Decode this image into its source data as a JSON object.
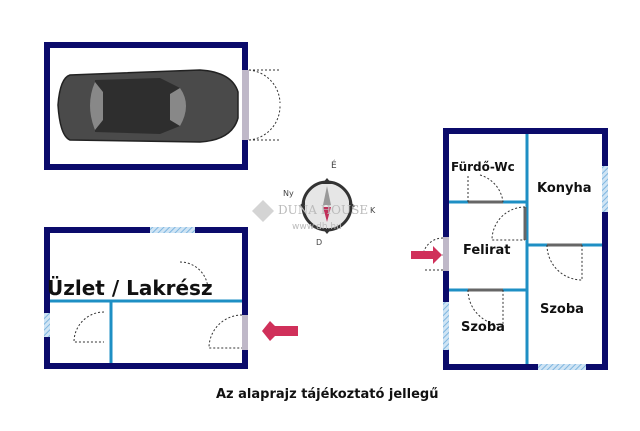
{
  "rooms": {
    "shop": "Üzlet / Lakrész",
    "bath": "Fürdő-Wc",
    "kitchen": "Konyha",
    "hall": "Felirat",
    "room_small": "Szoba",
    "room_large": "Szoba"
  },
  "compass": {
    "n": "É",
    "w": "Ny",
    "e": "K",
    "s": "D"
  },
  "watermark": {
    "brand": "DUNA HOUSE",
    "url": "www.dh.hu"
  },
  "caption": "Az alaprajz tájékoztató jellegű",
  "colors": {
    "wall": "#0b0b6b",
    "inner_wall": "#1e8fc4",
    "arrow": "#d0305a",
    "window": "#a8d0ec"
  }
}
